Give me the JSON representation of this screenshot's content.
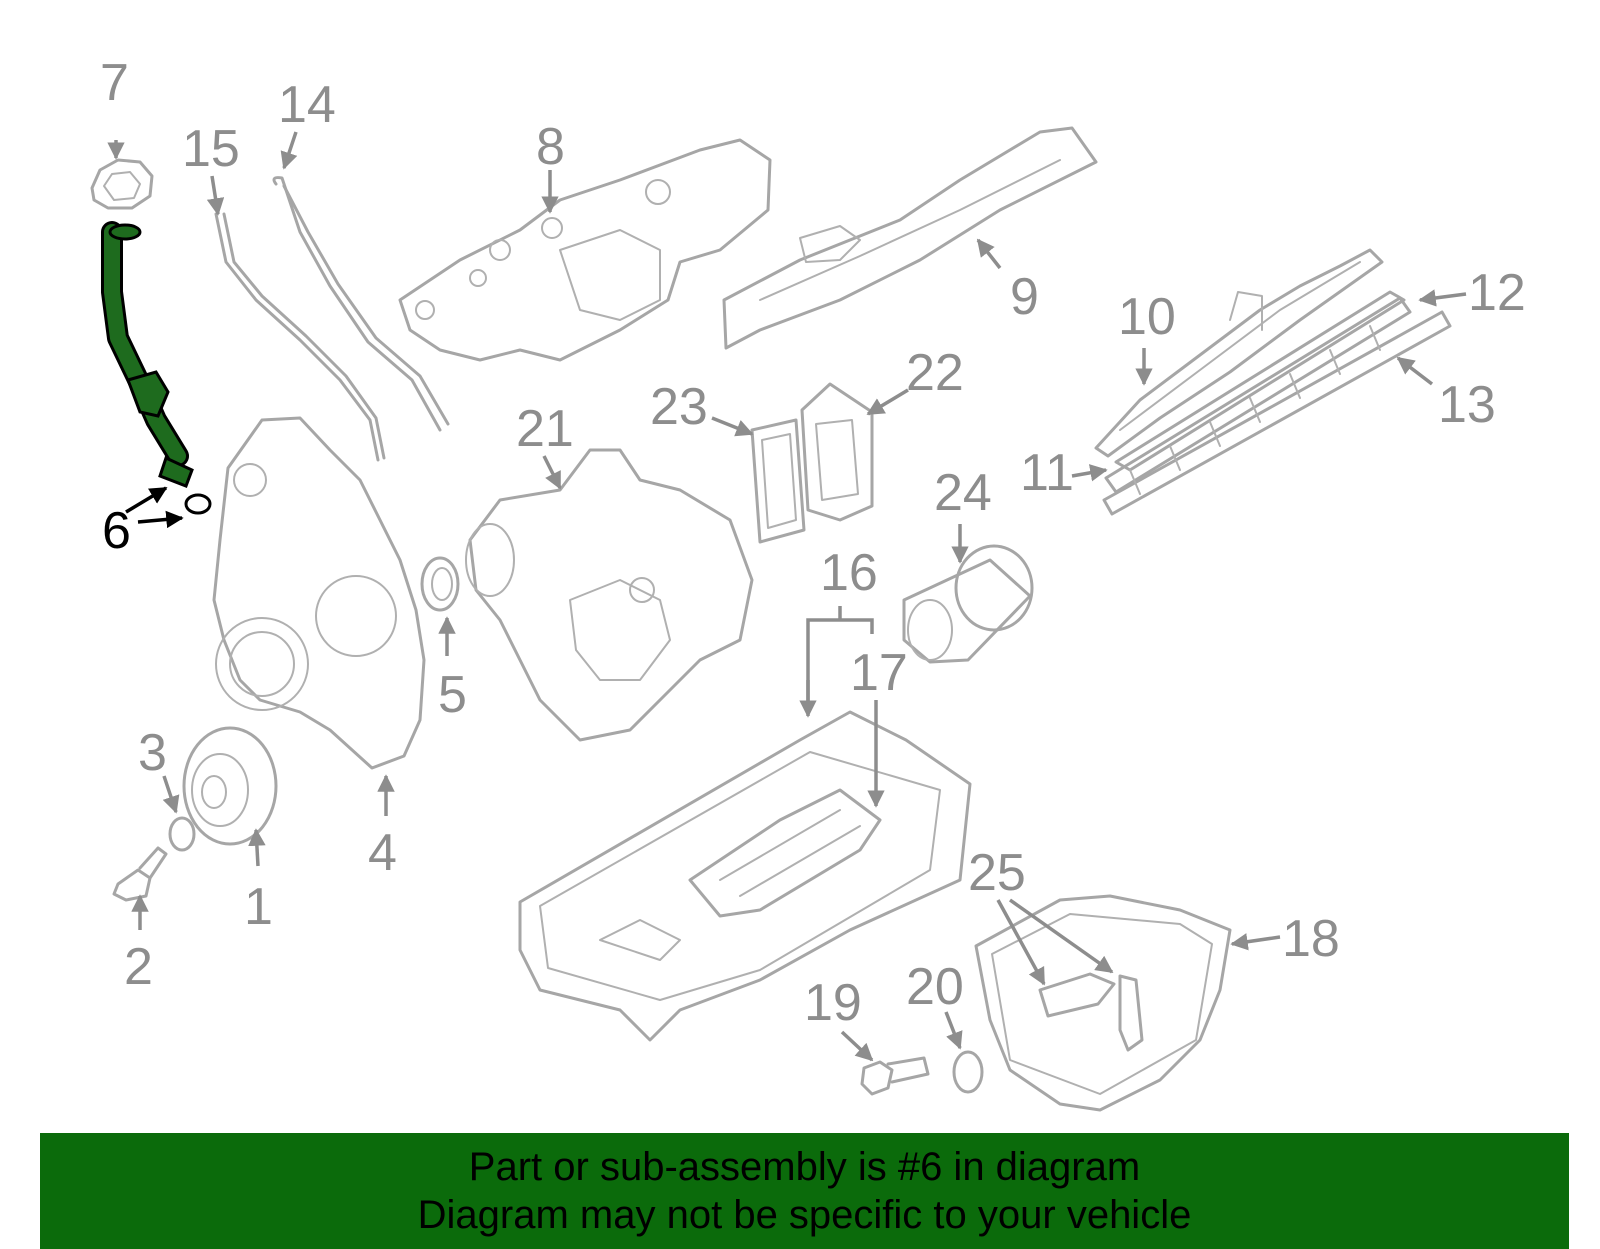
{
  "diagram": {
    "highlight_part": "6",
    "highlight_color": "#1e6b1e",
    "part_line_color": "#a6a6a6",
    "callout_color": "#8d8d8d",
    "callouts": [
      "1",
      "2",
      "3",
      "4",
      "5",
      "6",
      "7",
      "8",
      "9",
      "10",
      "11",
      "12",
      "13",
      "14",
      "15",
      "16",
      "17",
      "18",
      "19",
      "20",
      "21",
      "22",
      "23",
      "24",
      "25"
    ]
  },
  "banner": {
    "background": "#0b6b0b",
    "line1": "Part or sub-assembly is #6 in diagram",
    "line2": "Diagram may not be specific to your vehicle"
  }
}
